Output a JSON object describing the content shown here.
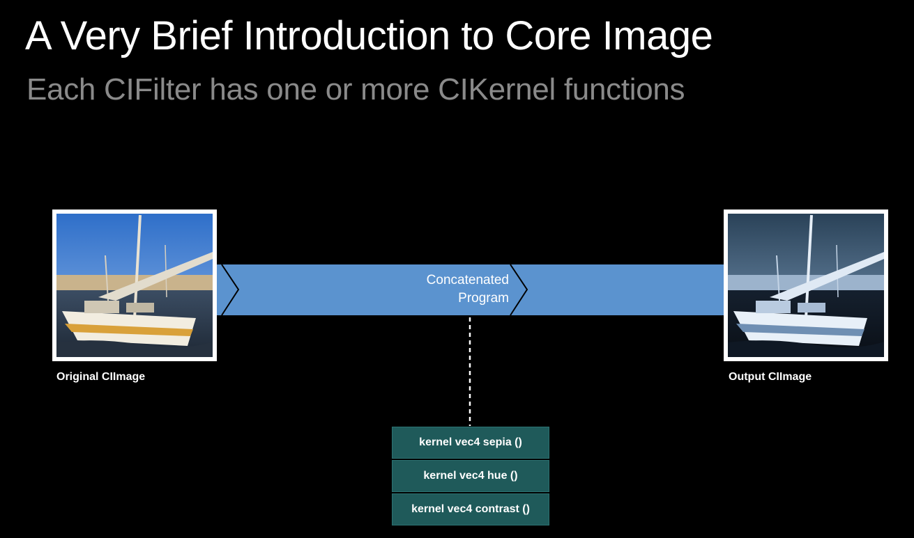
{
  "slide": {
    "title": "A Very Brief Introduction to Core Image",
    "subtitle": "Each CIFilter has one or more CIKernel functions"
  },
  "diagram": {
    "input_label": "Original CIImage",
    "output_label": "Output CIImage",
    "program_label_line1": "Concatenated",
    "program_label_line2": "Program",
    "kernels": [
      "kernel vec4 sepia ()",
      "kernel vec4 hue ()",
      "kernel vec4 contrast ()"
    ]
  },
  "colors": {
    "background": "#000000",
    "arrow_band": "#5b93cf",
    "kernel_box": "#1f5a5a",
    "subtitle_text": "#8a8a8a"
  },
  "icons": {
    "input_image": "sailboat-photo",
    "output_image": "sailboat-photo-filtered"
  }
}
